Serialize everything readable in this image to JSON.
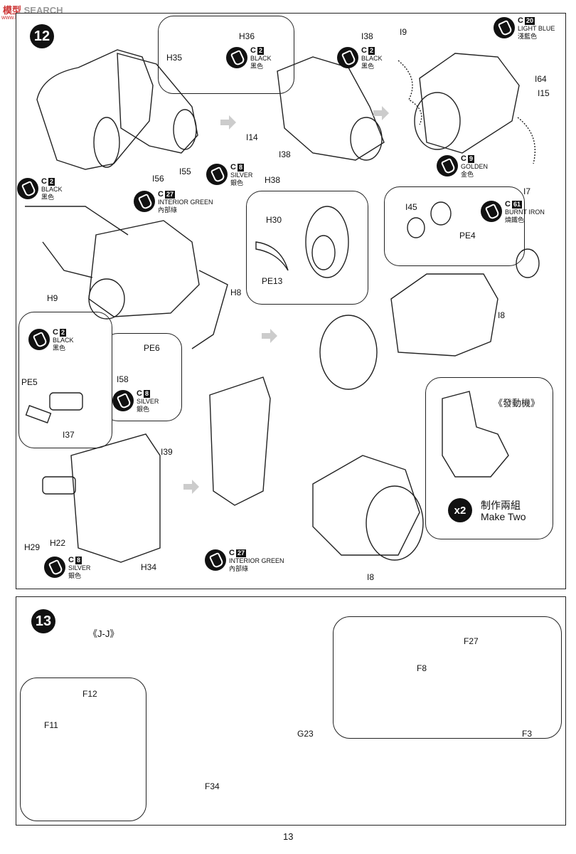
{
  "watermark": {
    "text": "SEARCH",
    "prefix": "模型",
    "url": "www.hobbyshop.com.cn"
  },
  "page_number": "13",
  "step12": {
    "number": "12",
    "labels": {
      "H36": "H36",
      "H35": "H35",
      "I38a": "I38",
      "I9": "I9",
      "I64": "I64",
      "I15": "I15",
      "I14": "I14",
      "I38b": "I38",
      "H38": "H38",
      "I56": "I56",
      "I55": "I55",
      "I7": "I7",
      "H30": "H30",
      "PE13": "PE13",
      "I45": "I45",
      "PE4": "PE4",
      "I8a": "I8",
      "H9": "H9",
      "H8": "H8",
      "PE6": "PE6",
      "I58": "I58",
      "PE5": "PE5",
      "I37": "I37",
      "I39": "I39",
      "H29": "H29",
      "H22": "H22",
      "H34": "H34",
      "I8b": "I8"
    },
    "paints": {
      "black1": {
        "code": "C",
        "num": "2",
        "en": "BLACK",
        "zh": "黑色"
      },
      "black2": {
        "code": "C",
        "num": "2",
        "en": "BLACK",
        "zh": "黑色"
      },
      "lightblue": {
        "code": "C",
        "num": "20",
        "en": "LIGHT BLUE",
        "zh": "淺藍色"
      },
      "golden": {
        "code": "C",
        "num": "9",
        "en": "GOLDEN",
        "zh": "金色"
      },
      "silver1": {
        "code": "C",
        "num": "8",
        "en": "SILVER",
        "zh": "銀色"
      },
      "black3": {
        "code": "C",
        "num": "2",
        "en": "BLACK",
        "zh": "黑色"
      },
      "intgreen1": {
        "code": "C",
        "num": "27",
        "en": "INTERIOR GREEN",
        "zh": "內部綠"
      },
      "burntiron": {
        "code": "C",
        "num": "61",
        "en": "BURNT IRON",
        "zh": "燒鐵色"
      },
      "black4": {
        "code": "C",
        "num": "2",
        "en": "BLACK",
        "zh": "黑色"
      },
      "silver2": {
        "code": "C",
        "num": "8",
        "en": "SILVER",
        "zh": "銀色"
      },
      "silver3": {
        "code": "C",
        "num": "8",
        "en": "SILVER",
        "zh": "銀色"
      },
      "intgreen2": {
        "code": "C",
        "num": "27",
        "en": "INTERIOR GREEN",
        "zh": "內部綠"
      }
    },
    "engine_box": {
      "title": "《發動機》",
      "multiplier": "x2",
      "make_two_zh": "制作兩組",
      "make_two_en": "Make Two"
    }
  },
  "step13": {
    "number": "13",
    "subtitle": "《J-J》",
    "labels": {
      "F12": "F12",
      "F11": "F11",
      "G23": "G23",
      "F34": "F34",
      "F27": "F27",
      "F8": "F8",
      "F3": "F3"
    }
  }
}
